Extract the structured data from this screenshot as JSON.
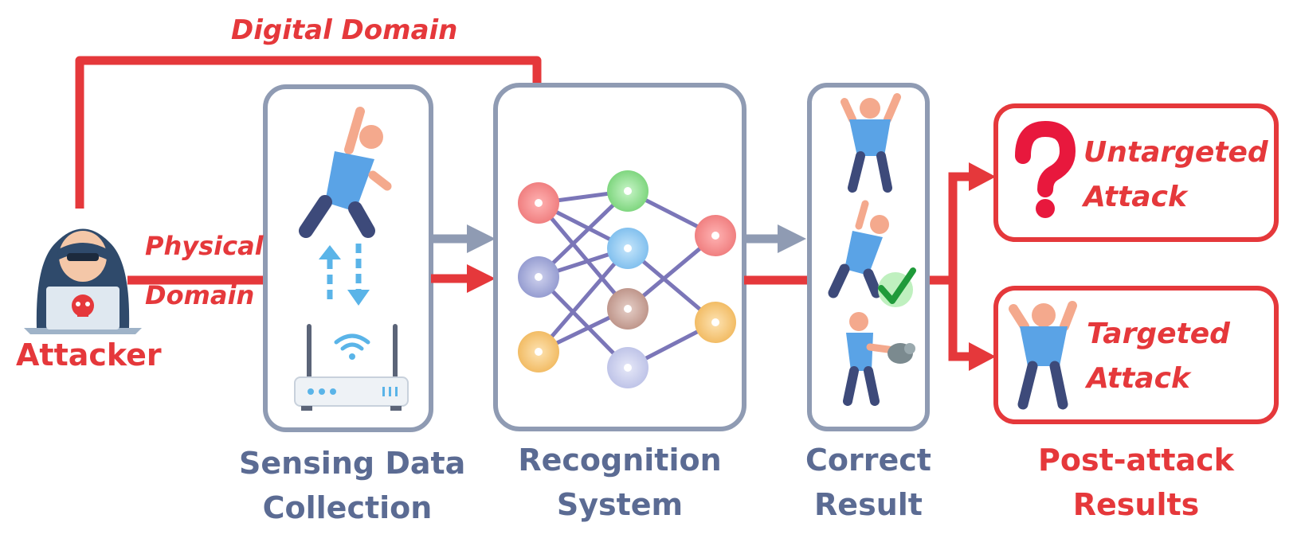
{
  "labels": {
    "digital_domain": "Digital Domain",
    "physical": "Physical",
    "domain": "Domain",
    "attacker": "Attacker",
    "sensing_line1": "Sensing Data",
    "sensing_line2": "Collection",
    "recognition_line1": "Recognition",
    "recognition_line2": "System",
    "correct_line1": "Correct",
    "correct_line2": "Result",
    "post_line1": "Post-attack",
    "post_line2": "Results",
    "untargeted_line1": "Untargeted",
    "untargeted_line2": "Attack",
    "targeted_line1": "Targeted",
    "targeted_line2": "Attack"
  },
  "icons": {
    "attacker": "hooded-hacker-icon",
    "router": "wifi-router-icon",
    "signal": "signal-arrows-icon",
    "check": "checkmark-icon",
    "question": "question-mark-icon"
  },
  "colors": {
    "attack_red": "#e5383b",
    "box_border": "#8f9bb3",
    "label_blue": "#5b6b93",
    "person_shirt": "#5aa3e6",
    "person_pants": "#3d4a7a",
    "person_skin": "#f4a98d",
    "node_red": "#f28c8c",
    "node_green": "#8fe08f",
    "node_blue": "#8ec8f0",
    "node_purple": "#a3a9d6",
    "node_brown": "#c9a49a",
    "node_orange": "#f5c87c",
    "node_lavender": "#c8cdec"
  }
}
